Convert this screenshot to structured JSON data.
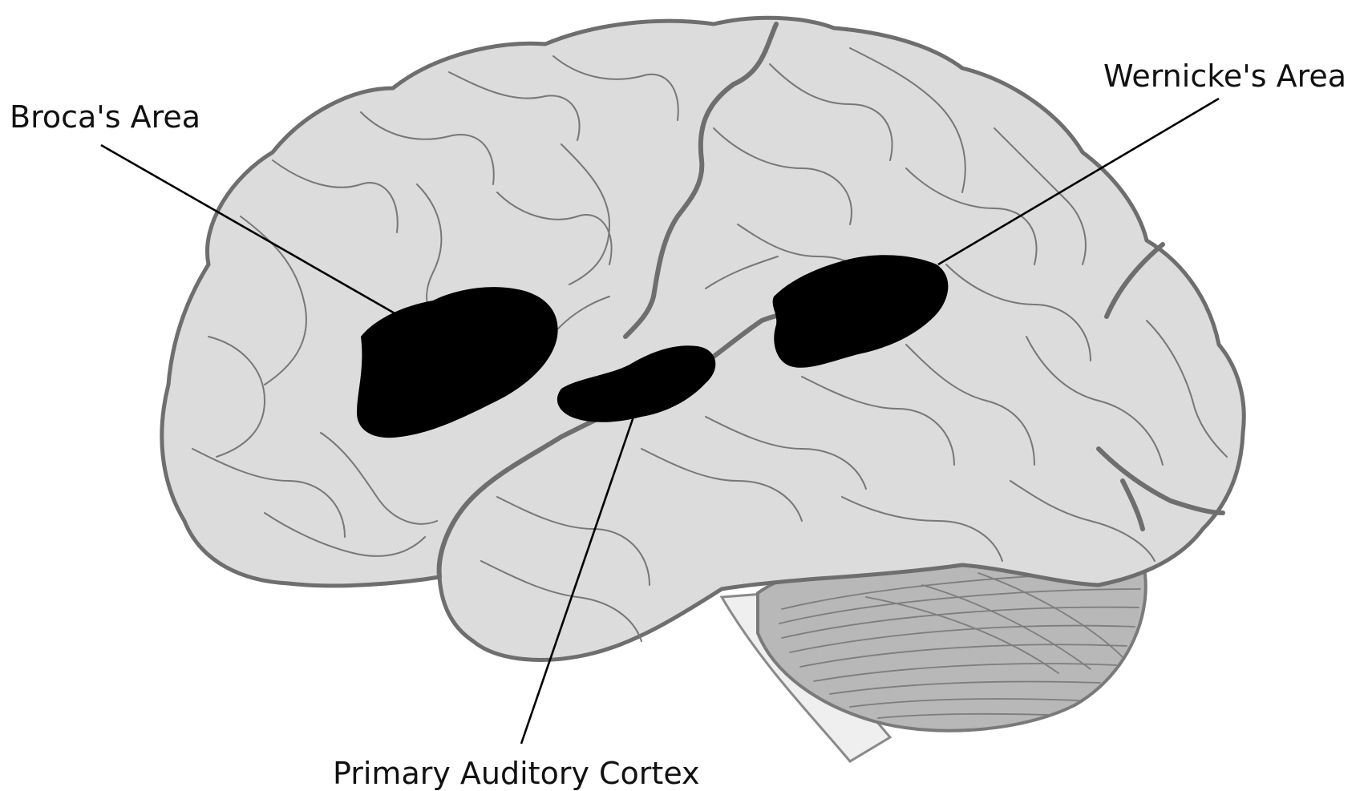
{
  "labels": {
    "broca": "Broca's Area",
    "wernicke": "Wernicke's Area",
    "auditory": "Primary Auditory Cortex"
  },
  "colors": {
    "cerebrum_fill": "#dcdcdc",
    "outline": "#6e6e6e",
    "cerebellum_fill": "#b8b8b8",
    "brainstem_fill": "#efefef",
    "highlight": "#000000"
  }
}
